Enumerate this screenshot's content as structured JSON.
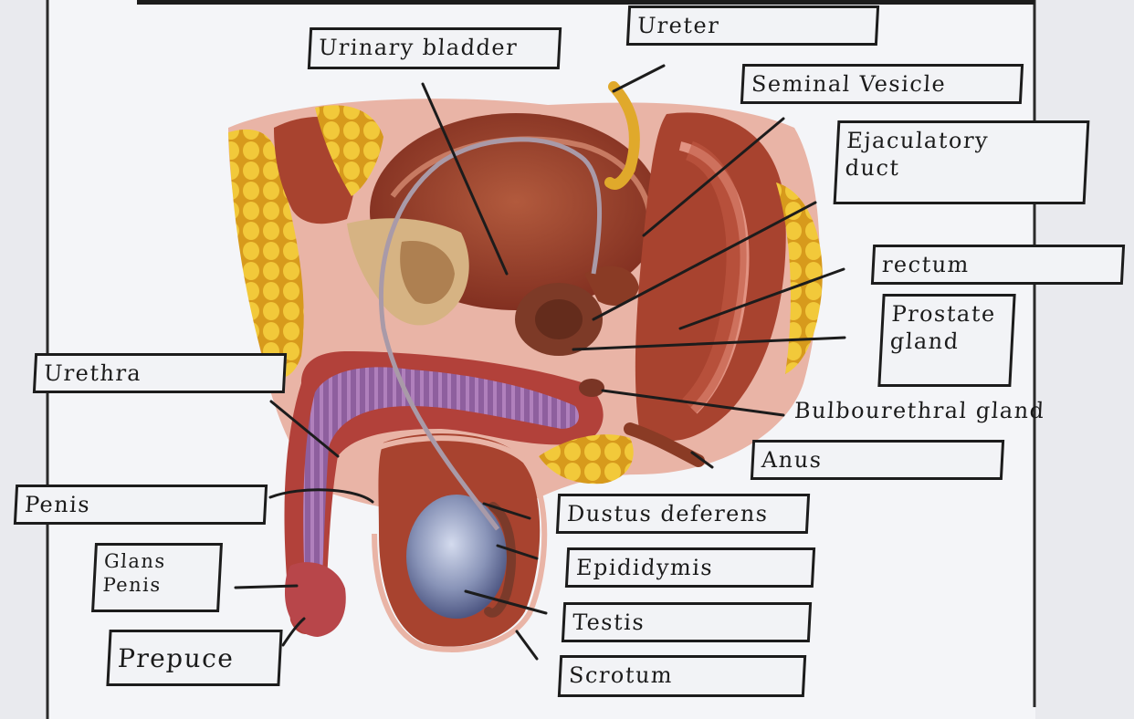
{
  "diagram": {
    "labels": {
      "urinary_bladder": "Urinary bladder",
      "ureter": "Ureter",
      "seminal_vesicle": "Seminal Vesicle",
      "ejaculatory_duct": "Ejaculatory\nduct",
      "rectum": "rectum",
      "prostate_gland": "Prostate\ngland",
      "urethra": "Urethra",
      "bulbourethral_gland": "Bulbourethral gland",
      "anus": "Anus",
      "penis": "Penis",
      "ductus_deferens": "Dustus deferens",
      "glans_penis": "Glans\nPenis",
      "epididymis": "Epididymis",
      "testis": "Testis",
      "prepuce": "Prepuce",
      "scrotum": "Scrotum"
    }
  },
  "colors": {
    "page": "#e9eaee",
    "muscle": "#9b3a2b",
    "fat": "#e8b928",
    "pink_tissue": "#e9b4a6",
    "urethra_purple": "#9a6ca8",
    "testis_blue": "#8794b6",
    "ureter_yellow": "#e0a92b",
    "ink": "#1c1c1c"
  }
}
